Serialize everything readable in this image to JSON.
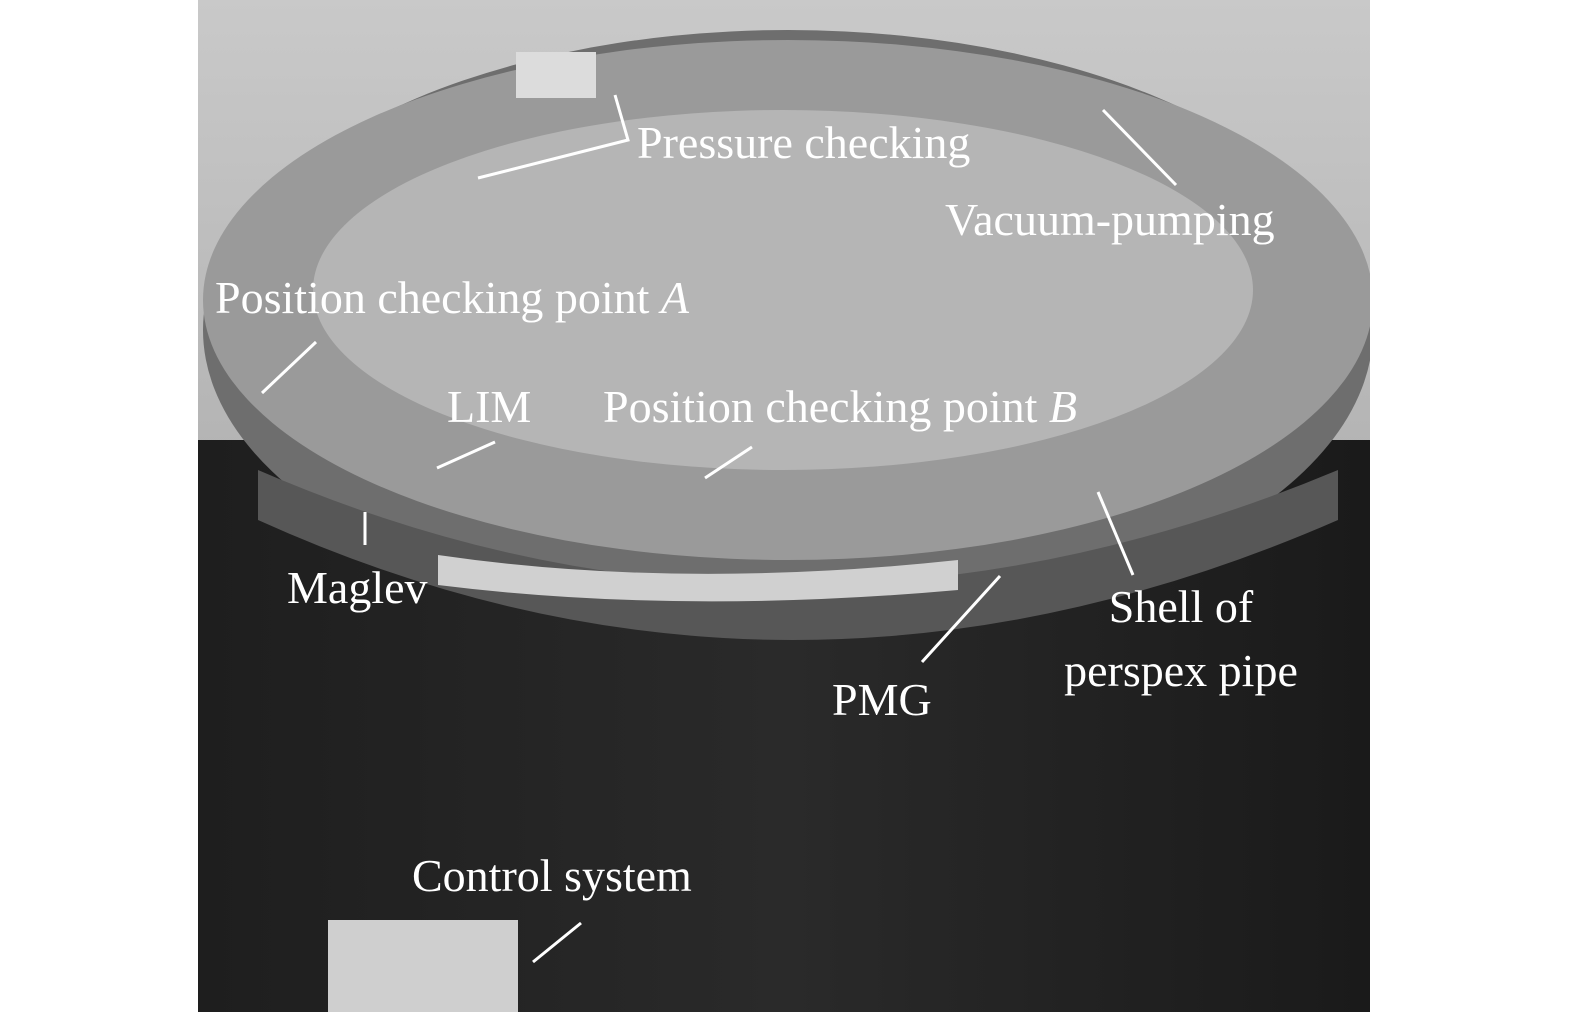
{
  "labels": {
    "pressure": "Pressure checking",
    "vacuum": "Vacuum-pumping",
    "point_a_text": "Position checking point",
    "point_a_letter": "A",
    "lim": "LIM",
    "point_b_text": "Position checking point",
    "point_b_letter": "B",
    "maglev": "Maglev",
    "shell_line1": "Shell of",
    "shell_line2": "perspex pipe",
    "pmg": "PMG",
    "control": "Control system"
  }
}
